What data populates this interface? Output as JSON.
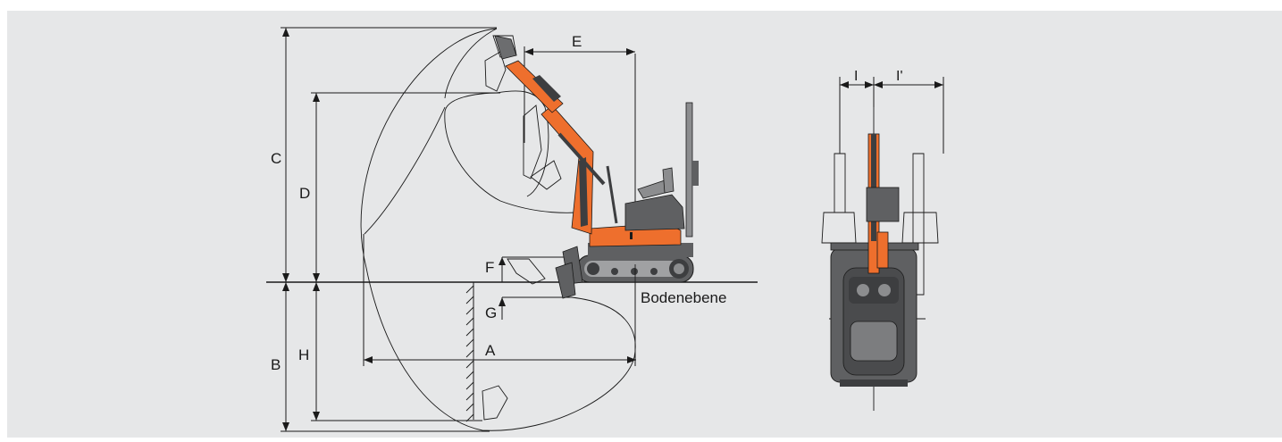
{
  "diagram": {
    "labels": {
      "A": "A",
      "B": "B",
      "C": "C",
      "D": "D",
      "E": "E",
      "F": "F",
      "G": "G",
      "H": "H",
      "I": "I",
      "I_prime": "I'"
    },
    "ground_label": "Bodenebene"
  },
  "colors": {
    "panel": "#e6e7e8",
    "machine_orange": "#ee6f2d",
    "machine_grey": "#5f6062",
    "machine_dark": "#3d3e40",
    "line": "#1a1a1a"
  }
}
